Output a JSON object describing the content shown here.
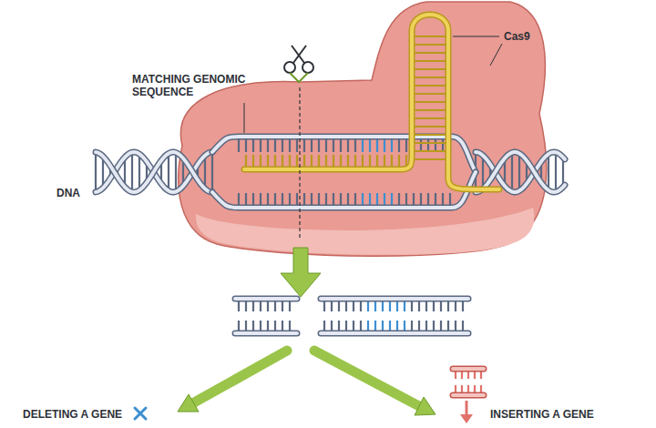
{
  "diagram": {
    "labels": [
      "MATCHING GENOMIC SEQUENCE",
      "Cas9",
      "DNA",
      "DELETING A GENE",
      "INSERTING A GENE"
    ]
  }
}
